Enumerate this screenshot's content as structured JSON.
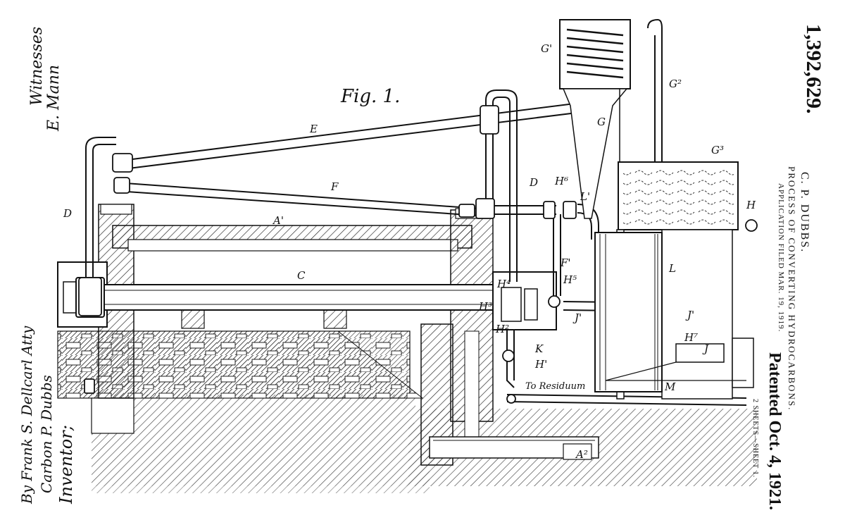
{
  "patent_number": "1,392,629.",
  "inventor_name": "C. P. DUBBS.",
  "title": "PROCESS OF CONVERTING HYDROCARBONS.",
  "application_filed": "APPLICATION FILED MAR. 19, 1919.",
  "patented_date": "Patented Oct. 4, 1921.",
  "sheets": "2 SHEETS—SHEET 1.",
  "figure_label": "Fig. 1.",
  "witnesses_label": "Witnesses",
  "witness_signature": "E. Mann",
  "inventor_label": "Inventor;",
  "inventor_signature": "Carbon P. Dubbs",
  "attorney_signature": "By Frank S. Dellcarl Atty",
  "residuum_label": "To Residuum",
  "labels": {
    "A1": "A'",
    "A2": "A²",
    "C": "C",
    "D_left": "D",
    "D_right": "D",
    "E": "E",
    "F": "F",
    "F1": "F'",
    "G": "G",
    "G1": "G'",
    "G2": "G²",
    "G3": "G³",
    "H": "H",
    "H1": "H'",
    "H2": "H²",
    "H3": "H³",
    "H4": "H⁴",
    "H5": "H⁵",
    "H6": "H⁶",
    "H7": "H⁷",
    "J": "J",
    "J1": "J'",
    "J1b": "J'",
    "K": "K",
    "L": "L",
    "L1": "L'",
    "M": "M"
  },
  "colors": {
    "ink": "#111111",
    "paper": "#ffffff"
  }
}
